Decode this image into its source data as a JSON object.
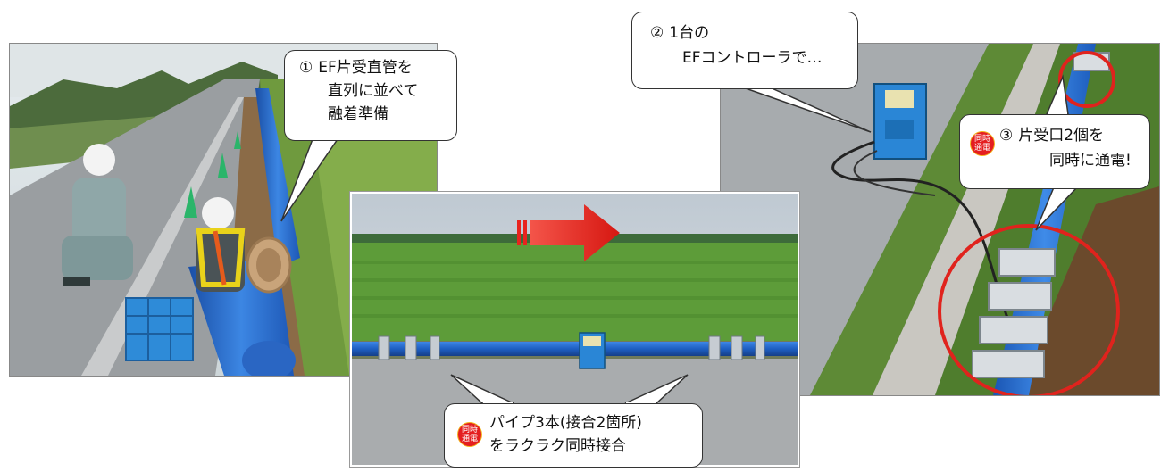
{
  "colors": {
    "badge_red": "#e41e20",
    "badge_ring": "#f3b21b",
    "pipe_blue": "#1f66c9",
    "arrow_red": "#e8241e",
    "circle_red": "#e0231d"
  },
  "callouts": {
    "step1": {
      "num": "①",
      "lines": [
        "EF片受直管を",
        "直列に並べて",
        "融着準備"
      ]
    },
    "step2": {
      "num": "②",
      "lines": [
        "1台の",
        "EFコントローラで…"
      ]
    },
    "step3": {
      "num": "③",
      "lines": [
        "片受口2個を",
        "同時に通電!"
      ]
    },
    "center": {
      "lines": [
        "パイプ3本(接合2箇所)",
        "をラクラク同時接合"
      ]
    }
  },
  "badge": {
    "line1": "同時",
    "line2": "通電"
  },
  "icons": {
    "arrow": "arrow-right-icon",
    "badge": "simultaneous-energize-badge"
  }
}
